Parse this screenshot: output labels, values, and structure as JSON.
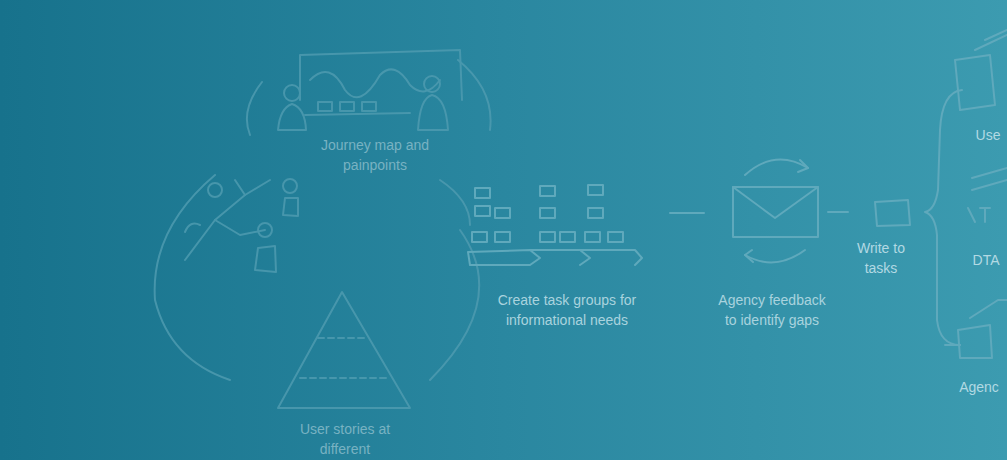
{
  "diagram": {
    "labels": [
      "Journey map and painpoints",
      "User stories at different",
      "Create task groups for informational needs",
      "Agency feedback to identify gaps",
      "Write to tasks",
      "Use",
      "DTA",
      "Agenc"
    ]
  }
}
